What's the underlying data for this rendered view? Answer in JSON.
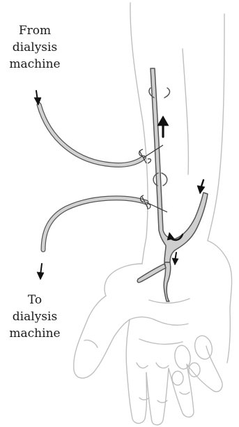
{
  "labels": {
    "from": [
      "From",
      "dialysis",
      "machine"
    ],
    "to": [
      "To",
      "dialysis",
      "machine"
    ]
  },
  "colors": {
    "arm_outline": "#bfbfbf",
    "vessel_fill": "#cfcfcf",
    "vessel_outline": "#555555",
    "tube_fill": "#d2d2d2",
    "tube_outline": "#555555",
    "arrow": "#111111",
    "text": "#1a1a1a"
  },
  "icons": {
    "needle_clamp": "needle-clamp-icon",
    "flow_arrow": "flow-arrow-icon"
  }
}
